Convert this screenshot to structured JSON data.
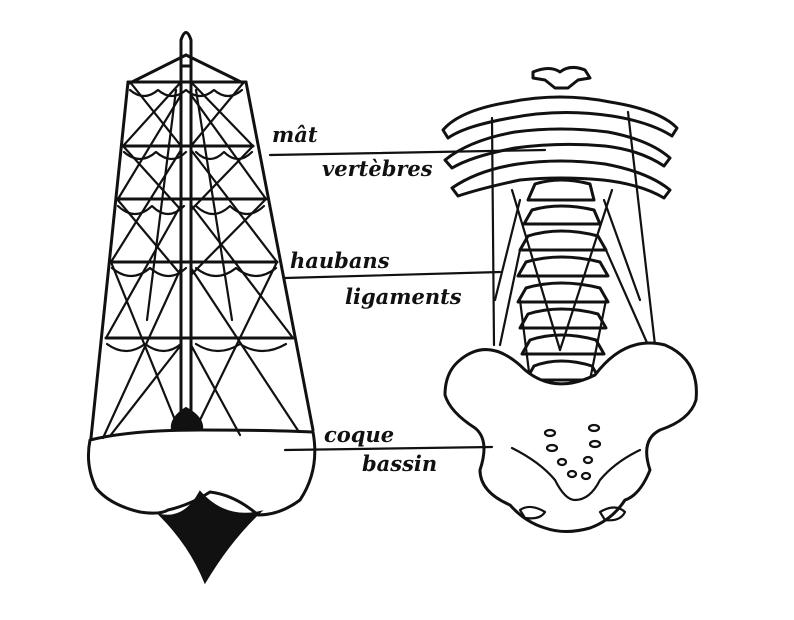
{
  "labels": {
    "mast": "mât",
    "vertebrae": "vertèbres",
    "shrouds": "haubans",
    "ligaments": "ligaments",
    "hull": "coque",
    "pelvis": "bassin"
  },
  "colors": {
    "ink": "#111111",
    "background": "#ffffff"
  }
}
